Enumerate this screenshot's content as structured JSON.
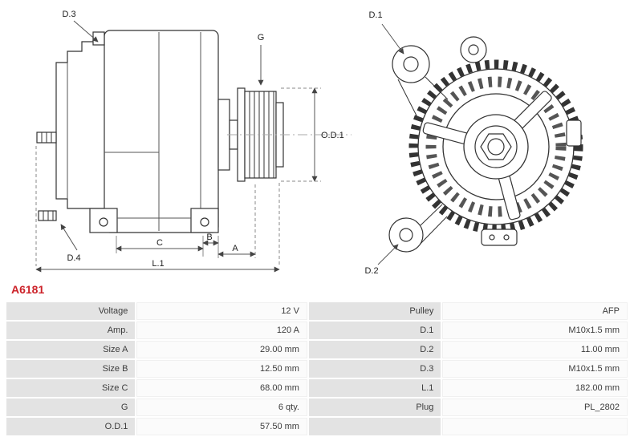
{
  "part_number": "A6181",
  "diagram": {
    "labels": {
      "d3": "D.3",
      "d4": "D.4",
      "g": "G",
      "od1": "O.D.1",
      "c": "C",
      "b": "B",
      "a": "A",
      "l1": "L.1",
      "d1": "D.1",
      "d2": "D.2"
    }
  },
  "spec_table": {
    "rows": [
      {
        "label1": "Voltage",
        "value1": "12 V",
        "label2": "Pulley",
        "value2": "AFP"
      },
      {
        "label1": "Amp.",
        "value1": "120 A",
        "label2": "D.1",
        "value2": "M10x1.5 mm"
      },
      {
        "label1": "Size A",
        "value1": "29.00 mm",
        "label2": "D.2",
        "value2": "11.00 mm"
      },
      {
        "label1": "Size B",
        "value1": "12.50 mm",
        "label2": "D.3",
        "value2": "M10x1.5 mm"
      },
      {
        "label1": "Size C",
        "value1": "68.00 mm",
        "label2": "L.1",
        "value2": "182.00 mm"
      },
      {
        "label1": "G",
        "value1": "6 qty.",
        "label2": "Plug",
        "value2": "PL_2802"
      },
      {
        "label1": "O.D.1",
        "value1": "57.50 mm",
        "label2": "",
        "value2": ""
      }
    ]
  },
  "colors": {
    "part_number_red": "#cc2229",
    "label_cell_bg": "#e3e3e3",
    "value_cell_bg": "#fbfbfb",
    "drawing_stroke": "#333333"
  }
}
